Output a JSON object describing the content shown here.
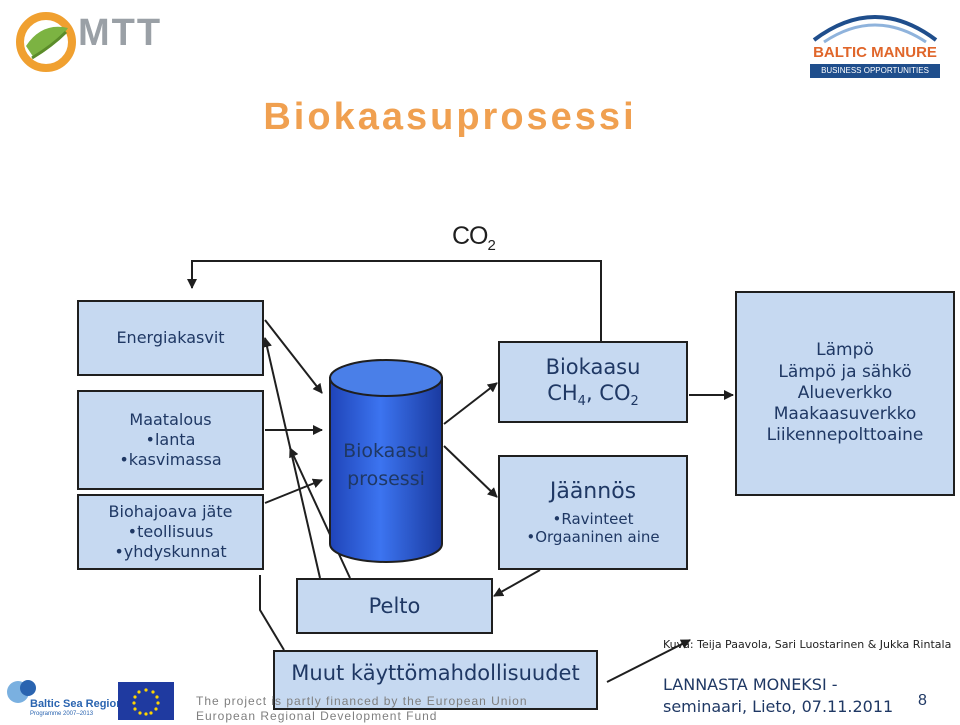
{
  "header": {
    "logo_left_text": "MTT",
    "logo_right_line1": "BALTIC MANURE",
    "logo_right_line2": "BUSINESS OPPORTUNITIES"
  },
  "title": "Biokaasuprosessi",
  "co2": {
    "main": "CO",
    "sub": "2"
  },
  "inputs": {
    "energiakasvit": "Energiakasvit",
    "maatalous": {
      "heading": "Maatalous",
      "items": [
        "•lanta",
        "•kasvimassa"
      ]
    },
    "biohajoava": {
      "heading": "Biohajoava jäte",
      "items": [
        "•teollisuus",
        "•yhdyskunnat"
      ]
    }
  },
  "cylinder": {
    "line1": "Biokaasu",
    "line2": "prosessi"
  },
  "biokaasu": {
    "heading": "Biokaasu",
    "formula_a": "CH",
    "sub4": "4",
    "formula_b": ", CO",
    "sub2": "2"
  },
  "jaannos": {
    "heading": "Jäännös",
    "items": [
      "•Ravinteet",
      "•Orgaaninen aine"
    ]
  },
  "output": {
    "lines": [
      "Lämpö",
      "Lämpö ja sähkö",
      "Alueverkko",
      "Maakaasuverkko",
      "Liikennepolttoaine"
    ]
  },
  "pelto": "Pelto",
  "muut": "Muut käyttömahdollisuudet",
  "credit": "Kuva: Teija Paavola, Sari Luostarinen & Jukka Rintala",
  "footer": {
    "baltic_logo_line1": "Baltic Sea Region",
    "baltic_logo_line2": "Programme 2007–2013",
    "financed_line1": "The project is partly financed by the European Union",
    "financed_line2": "European Regional Development Fund",
    "seminar_line1": "LANNASTA MONEKSI -",
    "seminar_line2": "seminaari, Lieto, 07.11.2011",
    "page_number": "8"
  },
  "colors": {
    "box_fill": "#c6d9f1",
    "title": "#f0a050",
    "cylinder": "#2a5bd6",
    "text": "#1f3864"
  }
}
